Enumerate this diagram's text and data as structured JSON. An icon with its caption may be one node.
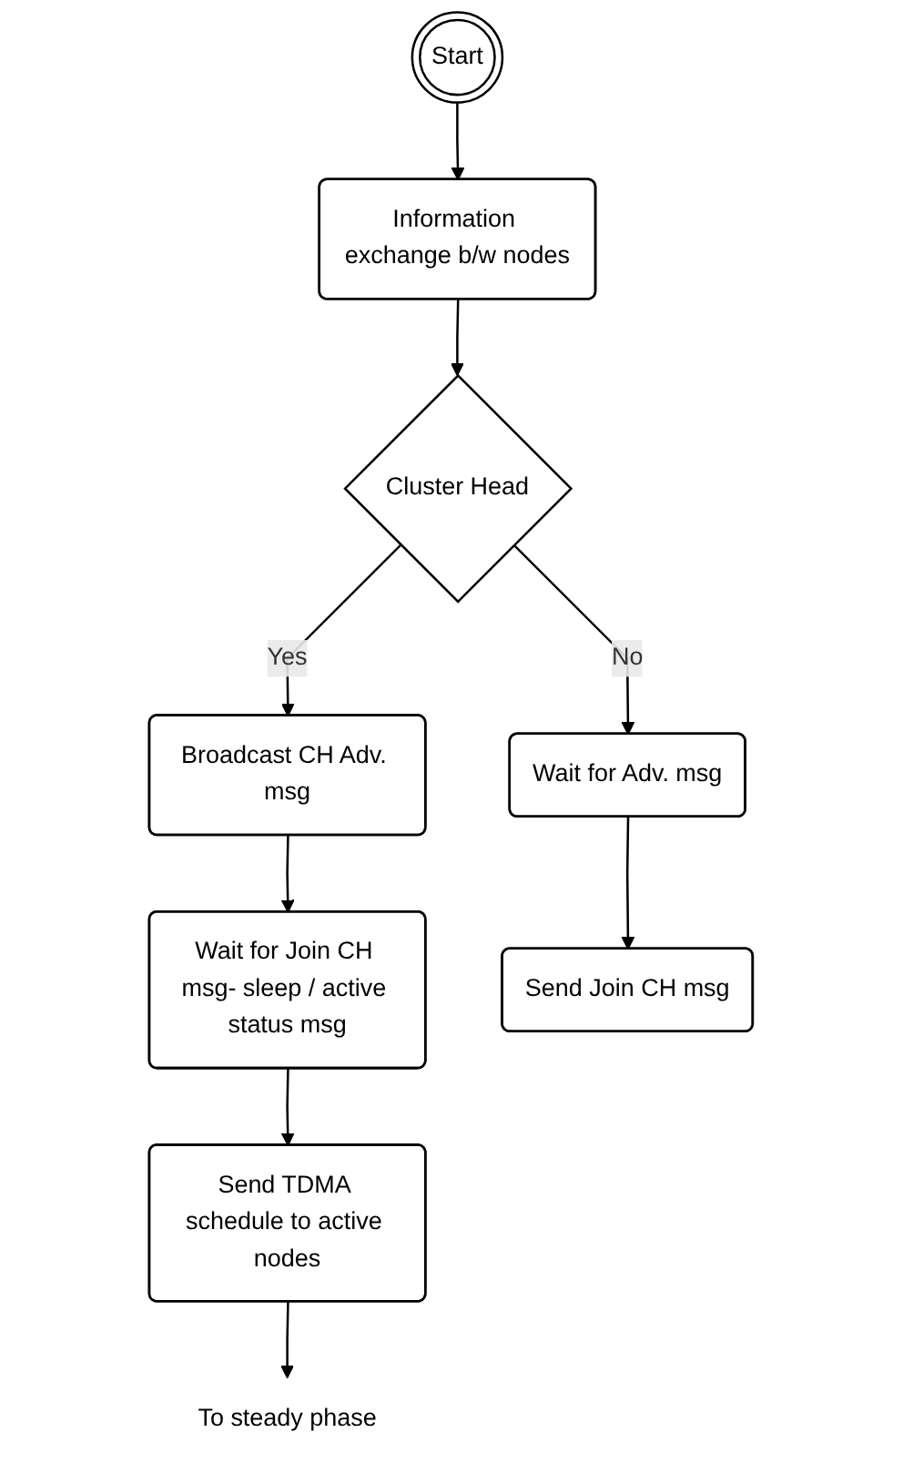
{
  "diagram": {
    "nodes": [
      {
        "text": [
          "Start"
        ]
      },
      {
        "text": [
          "Information exchange b/w nodes"
        ]
      },
      {
        "text": [
          "Cluster Head"
        ]
      },
      {
        "text": [
          "Broadcast CH Adv. msg"
        ]
      },
      {
        "text": [
          "Wait for Join CH msg- sleep / active status msg"
        ]
      },
      {
        "text": [
          "Send TDMA schedule to active nodes"
        ]
      },
      {
        "text": [
          "Wait for Adv. msg"
        ]
      },
      {
        "text": [
          "Send Join CH msg"
        ]
      },
      {
        "text": [
          "To steady phase"
        ]
      }
    ],
    "edges": [
      {
        "from": 0,
        "to": 1,
        "arrow": "to"
      },
      {
        "from": 1,
        "to": 2,
        "arrow": "to"
      },
      {
        "from": 2,
        "to": 3,
        "arrow": "to",
        "label": "Yes"
      },
      {
        "from": 2,
        "to": 6,
        "arrow": "to",
        "label": "No"
      },
      {
        "from": 3,
        "to": 4,
        "arrow": "to"
      },
      {
        "from": 4,
        "to": 5,
        "arrow": "to"
      },
      {
        "from": 6,
        "to": 7,
        "arrow": "to"
      },
      {
        "from": 5,
        "to": 8,
        "arrow": "to"
      }
    ]
  }
}
